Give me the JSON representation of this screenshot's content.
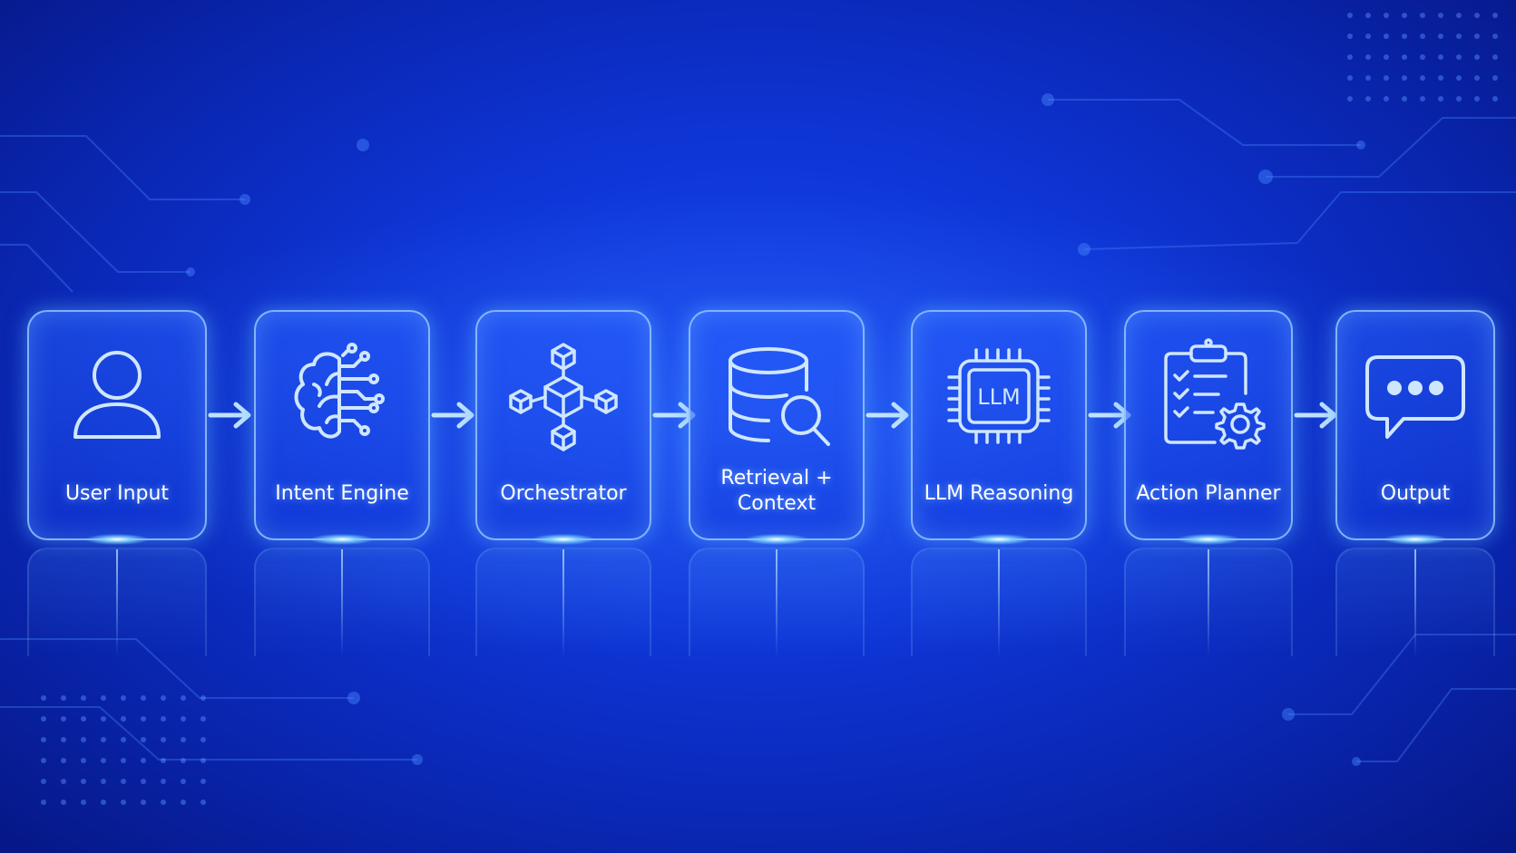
{
  "colors": {
    "background": "#0e35d6",
    "card_border": "#96c8ff",
    "icon_stroke": "#cfe6ff",
    "text": "#ffffff",
    "arrow": "#bfe2ff"
  },
  "flow": {
    "steps": [
      {
        "label": "User Input",
        "icon": "user-icon"
      },
      {
        "label": "Intent Engine",
        "icon": "brain-circuit-icon"
      },
      {
        "label": "Orchestrator",
        "icon": "connected-cubes-icon"
      },
      {
        "label": "Retrieval +\nContext",
        "icon": "database-search-icon"
      },
      {
        "label": "LLM Reasoning",
        "icon": "llm-chip-icon",
        "icon_text": "LLM"
      },
      {
        "label": "Action Planner",
        "icon": "clipboard-gear-icon"
      },
      {
        "label": "Output",
        "icon": "chat-bubble-icon"
      }
    ],
    "connectors": [
      "arrow-right-icon",
      "arrow-right-icon",
      "arrow-right-icon",
      "arrow-right-icon",
      "arrow-right-icon",
      "arrow-right-icon"
    ]
  }
}
